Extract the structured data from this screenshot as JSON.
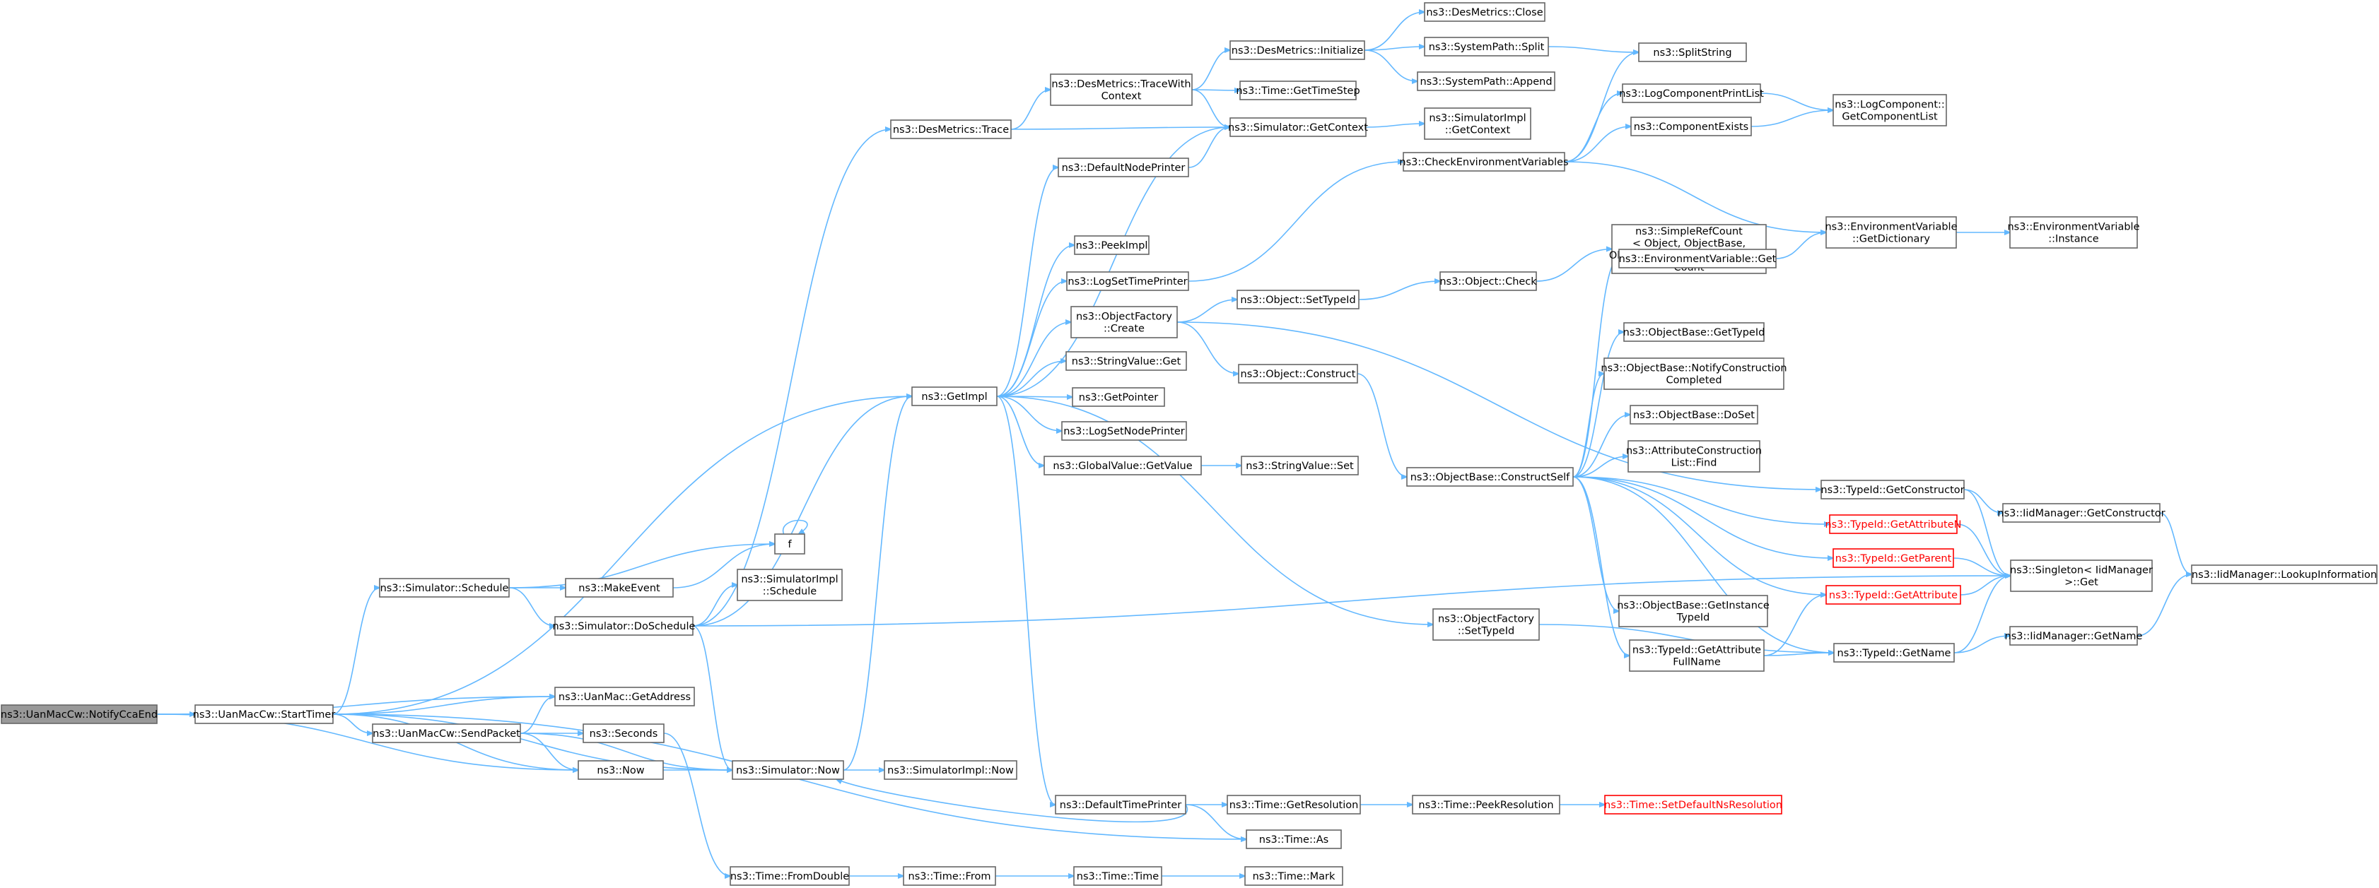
{
  "colors": {
    "edge": "#63b8ff",
    "node_border": "#666666",
    "root_fill": "#999999",
    "error_border": "#ff0000",
    "error_text": "#ff0000"
  },
  "nodes": {
    "notify_cca_end": {
      "lines": [
        "ns3::UanMacCw::NotifyCcaEnd"
      ]
    },
    "start_timer": {
      "lines": [
        "ns3::UanMacCw::StartTimer"
      ]
    },
    "sim_schedule": {
      "lines": [
        "ns3::Simulator::Schedule"
      ]
    },
    "sim_doschedule": {
      "lines": [
        "ns3::Simulator::DoSchedule"
      ]
    },
    "uanmac_getaddress": {
      "lines": [
        "ns3::UanMac::GetAddress"
      ]
    },
    "uanmaccw_sendpacket": {
      "lines": [
        "ns3::UanMacCw::SendPacket"
      ]
    },
    "now": {
      "lines": [
        "ns3::Now"
      ]
    },
    "f": {
      "lines": [
        "f"
      ]
    },
    "makeevent": {
      "lines": [
        "ns3::MakeEvent"
      ]
    },
    "simimpl_schedule": {
      "lines": [
        "ns3::SimulatorImpl",
        "::Schedule"
      ]
    },
    "seconds": {
      "lines": [
        "ns3::Seconds"
      ]
    },
    "sim_now": {
      "lines": [
        "ns3::Simulator::Now"
      ]
    },
    "simimpl_now": {
      "lines": [
        "ns3::SimulatorImpl::Now"
      ]
    },
    "time_fromdouble": {
      "lines": [
        "ns3::Time::FromDouble"
      ]
    },
    "time_from": {
      "lines": [
        "ns3::Time::From"
      ]
    },
    "time_time": {
      "lines": [
        "ns3::Time::Time"
      ]
    },
    "time_mark": {
      "lines": [
        "ns3::Time::Mark"
      ]
    },
    "desmetrics_trace": {
      "lines": [
        "ns3::DesMetrics::Trace"
      ]
    },
    "desmetrics_tracewith": {
      "lines": [
        "ns3::DesMetrics::TraceWith",
        "Context"
      ]
    },
    "desmetrics_initialize": {
      "lines": [
        "ns3::DesMetrics::Initialize"
      ]
    },
    "desmetrics_close": {
      "lines": [
        "ns3::DesMetrics::Close"
      ]
    },
    "systempath_split": {
      "lines": [
        "ns3::SystemPath::Split"
      ]
    },
    "systempath_append": {
      "lines": [
        "ns3::SystemPath::Append"
      ]
    },
    "splitstring": {
      "lines": [
        "ns3::SplitString"
      ]
    },
    "time_gettimestep": {
      "lines": [
        "ns3::Time::GetTimeStep"
      ]
    },
    "sim_getcontext": {
      "lines": [
        "ns3::Simulator::GetContext"
      ]
    },
    "simimpl_getcontext": {
      "lines": [
        "ns3::SimulatorImpl",
        "::GetContext"
      ]
    },
    "defaultnodeprinter": {
      "lines": [
        "ns3::DefaultNodePrinter"
      ]
    },
    "checkenvvars": {
      "lines": [
        "ns3::CheckEnvironmentVariables"
      ]
    },
    "logcomponentprintlist": {
      "lines": [
        "ns3::LogComponentPrintList"
      ]
    },
    "componentexists": {
      "lines": [
        "ns3::ComponentExists"
      ]
    },
    "logcomponent_getlist": {
      "lines": [
        "ns3::LogComponent::",
        "GetComponentList"
      ]
    },
    "getimpl": {
      "lines": [
        "ns3::GetImpl"
      ]
    },
    "peekimpl": {
      "lines": [
        "ns3::PeekImpl"
      ]
    },
    "logsettimeprinter": {
      "lines": [
        "ns3::LogSetTimePrinter"
      ]
    },
    "objectfactory_create": {
      "lines": [
        "ns3::ObjectFactory",
        "::Create"
      ]
    },
    "stringvalue_get": {
      "lines": [
        "ns3::StringValue::Get"
      ]
    },
    "getpointer": {
      "lines": [
        "ns3::GetPointer"
      ]
    },
    "logsetnodeprinter": {
      "lines": [
        "ns3::LogSetNodePrinter"
      ]
    },
    "globalvalue_getvalue": {
      "lines": [
        "ns3::GlobalValue::GetValue"
      ]
    },
    "stringvalue_set": {
      "lines": [
        "ns3::StringValue::Set"
      ]
    },
    "object_settypeid": {
      "lines": [
        "ns3::Object::SetTypeId"
      ]
    },
    "object_check": {
      "lines": [
        "ns3::Object::Check"
      ]
    },
    "simplerefcount_getrefcount": {
      "lines": [
        "ns3::SimpleRefCount",
        "< Object, ObjectBase,",
        "ObjectDeleter >::GetReference",
        "Count"
      ]
    },
    "object_construct": {
      "lines": [
        "ns3::Object::Construct"
      ]
    },
    "objectbase_constructself": {
      "lines": [
        "ns3::ObjectBase::ConstructSelf"
      ]
    },
    "envvar_getdictionary": {
      "lines": [
        "ns3::EnvironmentVariable",
        "::GetDictionary"
      ]
    },
    "envvar_instance": {
      "lines": [
        "ns3::EnvironmentVariable",
        "::Instance"
      ]
    },
    "envvar_get": {
      "lines": [
        "ns3::EnvironmentVariable::Get"
      ]
    },
    "objectbase_gettypeid": {
      "lines": [
        "ns3::ObjectBase::GetTypeId"
      ]
    },
    "objectbase_notifyconstruction": {
      "lines": [
        "ns3::ObjectBase::NotifyConstruction",
        "Completed"
      ]
    },
    "objectbase_doset": {
      "lines": [
        "ns3::ObjectBase::DoSet"
      ]
    },
    "attributeconstructionlist_find": {
      "lines": [
        "ns3::AttributeConstruction",
        "List::Find"
      ]
    },
    "typeid_getconstructor": {
      "lines": [
        "ns3::TypeId::GetConstructor"
      ]
    },
    "iidmanager_getconstructor": {
      "lines": [
        "ns3::IidManager::GetConstructor"
      ]
    },
    "typeid_getattributen": {
      "lines": [
        "ns3::TypeId::GetAttributeN"
      ]
    },
    "typeid_getparent": {
      "lines": [
        "ns3::TypeId::GetParent"
      ]
    },
    "singleton_get": {
      "lines": [
        "ns3::Singleton< IidManager",
        ">::Get"
      ]
    },
    "iidmanager_lookupinformation": {
      "lines": [
        "ns3::IidManager::LookupInformation"
      ]
    },
    "typeid_getattribute": {
      "lines": [
        "ns3::TypeId::GetAttribute"
      ]
    },
    "objectbase_getinstancetypeid": {
      "lines": [
        "ns3::ObjectBase::GetInstance",
        "TypeId"
      ]
    },
    "typeid_getattributefullname": {
      "lines": [
        "ns3::TypeId::GetAttribute",
        "FullName"
      ]
    },
    "typeid_getname": {
      "lines": [
        "ns3::TypeId::GetName"
      ]
    },
    "iidmanager_getname": {
      "lines": [
        "ns3::IidManager::GetName"
      ]
    },
    "objectfactory_settypeid": {
      "lines": [
        "ns3::ObjectFactory",
        "::SetTypeId"
      ]
    },
    "defaulttimeprinter": {
      "lines": [
        "ns3::DefaultTimePrinter"
      ]
    },
    "time_getresolution": {
      "lines": [
        "ns3::Time::GetResolution"
      ]
    },
    "time_peekresolution": {
      "lines": [
        "ns3::Time::PeekResolution"
      ]
    },
    "time_setdefaultnsresolution": {
      "lines": [
        "ns3::Time::SetDefaultNsResolution"
      ]
    },
    "time_as": {
      "lines": [
        "ns3::Time::As"
      ]
    }
  }
}
